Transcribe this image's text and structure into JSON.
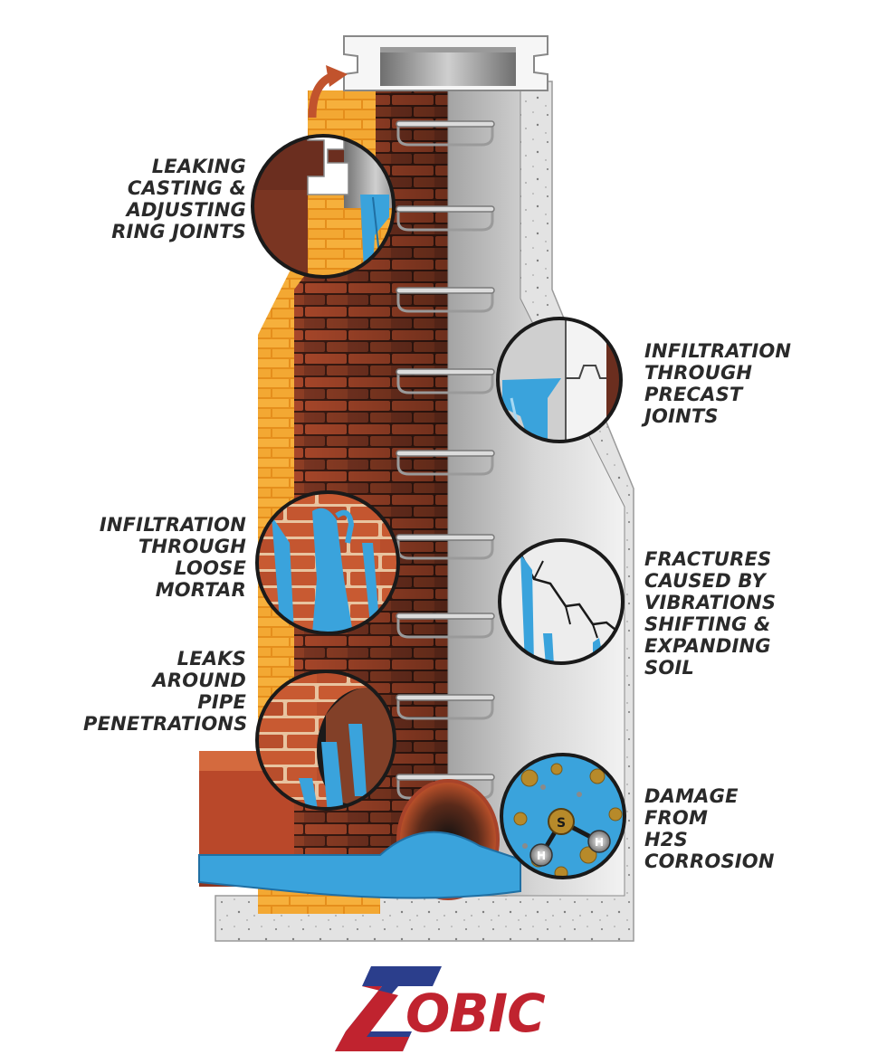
{
  "labels": {
    "leaking_casting": [
      "LEAKING",
      "CASTING &",
      "ADJUSTING",
      "RING JOINTS"
    ],
    "precast_joints": [
      "INFILTRATION",
      "THROUGH",
      "PRECAST",
      "JOINTS"
    ],
    "loose_mortar": [
      "INFILTRATION",
      "THROUGH",
      "LOOSE",
      "MORTAR"
    ],
    "fractures": [
      "FRACTURES",
      "CAUSED BY",
      "VIBRATIONS",
      "SHIFTING &",
      "EXPANDING",
      "SOIL"
    ],
    "pipe_penetrations": [
      "LEAKS",
      "AROUND",
      "PIPE",
      "PENETRATIONS"
    ],
    "h2s": [
      "DAMAGE",
      "FROM",
      "H2S",
      "CORROSION"
    ]
  },
  "molecule": {
    "center": "S",
    "left": "H",
    "right": "H"
  },
  "logo": {
    "text": "OBIC",
    "mark": "Z"
  },
  "colors": {
    "brick": "#c0532b",
    "brick_dark": "#6b2e1f",
    "mortar": "#e8b98c",
    "water": "#3aa3dc",
    "concrete": "#e2e2e2",
    "orange_brick": "#f0a030",
    "logo_red": "#c0232f",
    "logo_blue": "#2b3e8c"
  }
}
